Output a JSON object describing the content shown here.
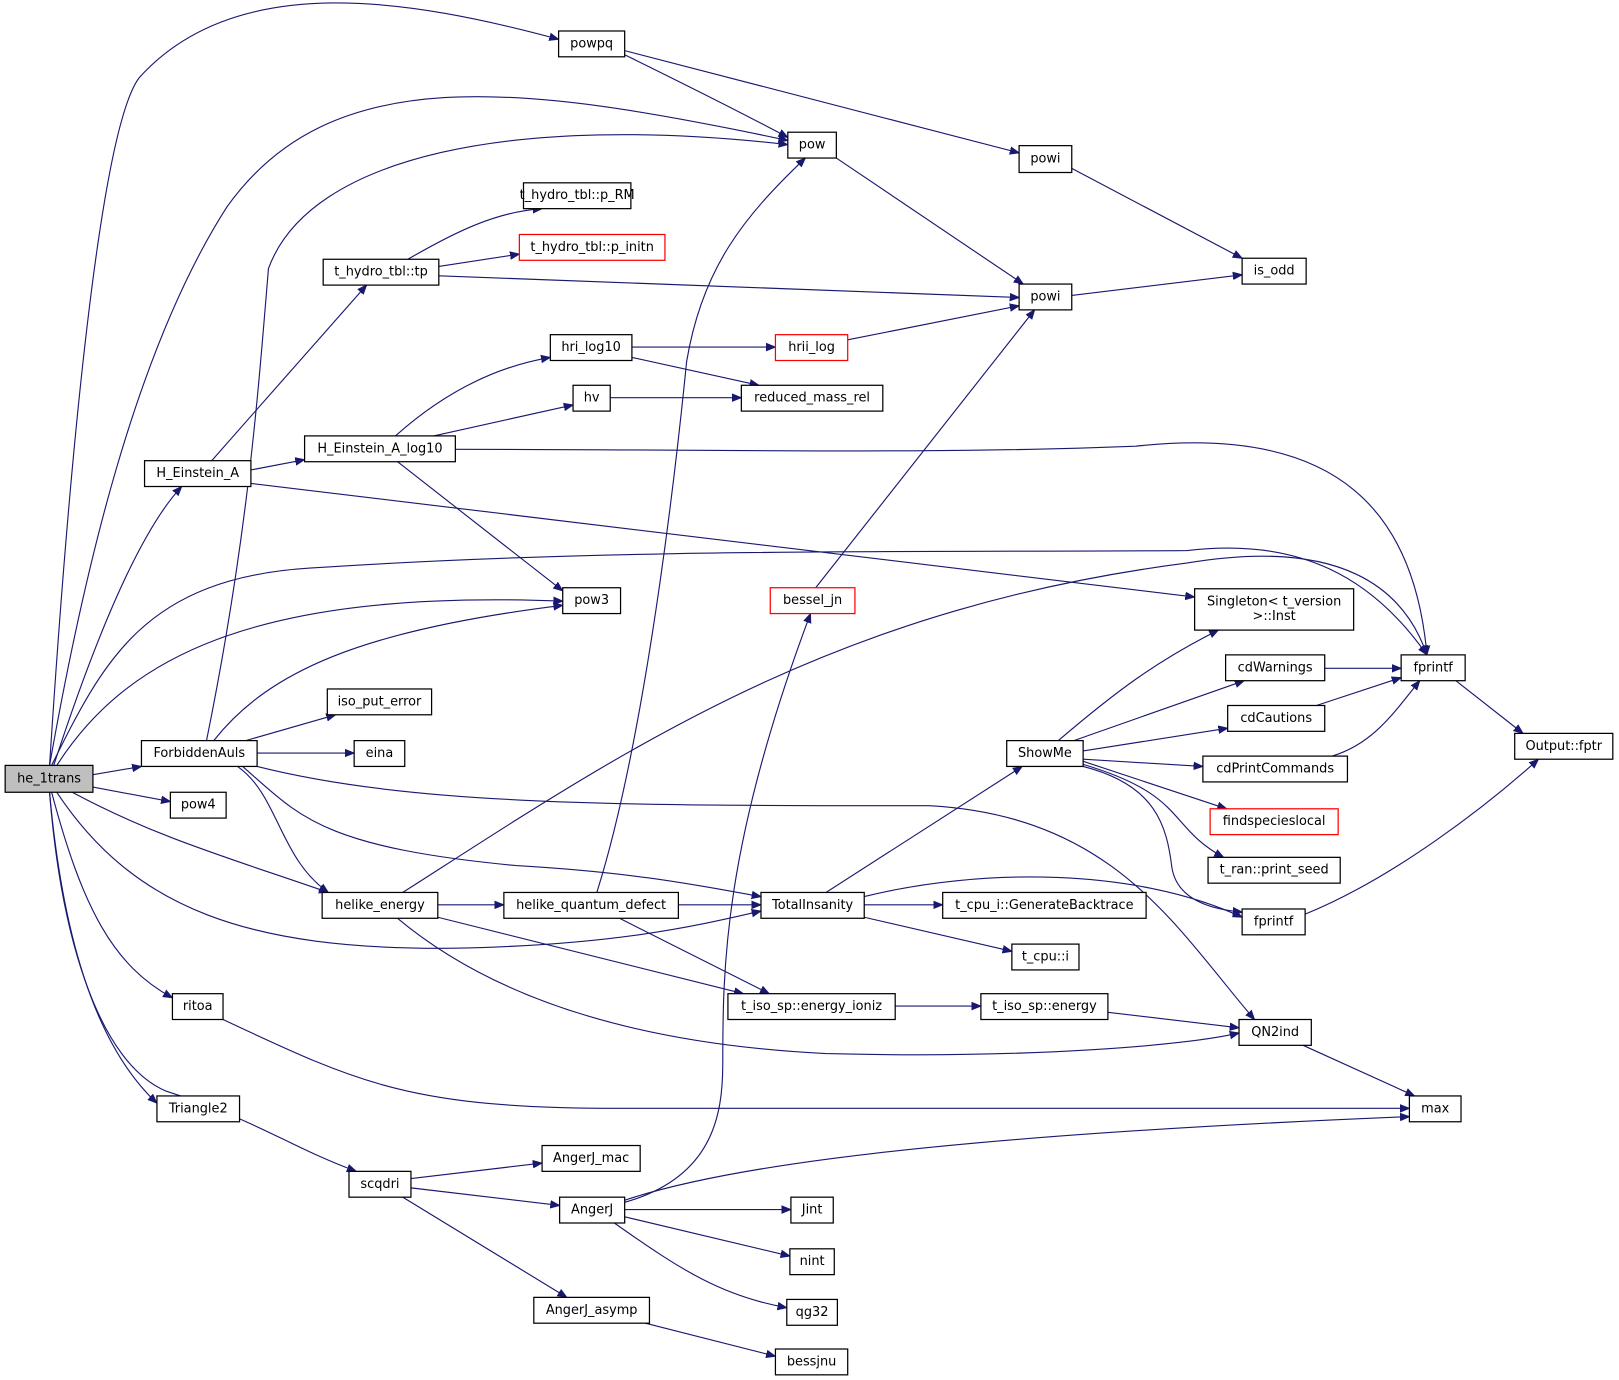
{
  "title": "he_1trans call graph",
  "colors": {
    "edge": "#191970",
    "root_fill": "#bfbfbf",
    "missing_border": "#ff0000",
    "node_border": "#000000"
  },
  "nodes": {
    "he_1trans": {
      "label": "he_1trans",
      "kind": "root"
    },
    "powpq": {
      "label": "powpq"
    },
    "pow": {
      "label": "pow"
    },
    "powi_a": {
      "label": "powi"
    },
    "powi_b": {
      "label": "powi"
    },
    "is_odd": {
      "label": "is_odd"
    },
    "p_RM": {
      "label": "t_hydro_tbl::p_RM"
    },
    "p_initn": {
      "label": "t_hydro_tbl::p_initn",
      "kind": "missing"
    },
    "tp": {
      "label": "t_hydro_tbl::tp"
    },
    "hri_log10": {
      "label": "hri_log10"
    },
    "hrii_log": {
      "label": "hrii_log",
      "kind": "missing"
    },
    "hv": {
      "label": "hv"
    },
    "reduced_mass_rel": {
      "label": "reduced_mass_rel"
    },
    "H_Einstein_A": {
      "label": "H_Einstein_A"
    },
    "H_Einstein_A_log10": {
      "label": "H_Einstein_A_log10"
    },
    "pow3": {
      "label": "pow3"
    },
    "bessel_jn": {
      "label": "bessel_jn",
      "kind": "missing"
    },
    "Singleton": {
      "label": "Singleton< t_version\n>::Inst"
    },
    "fprintf_a": {
      "label": "fprintf"
    },
    "cdWarnings": {
      "label": "cdWarnings"
    },
    "cdCautions": {
      "label": "cdCautions"
    },
    "cdPrintCommands": {
      "label": "cdPrintCommands"
    },
    "findspecieslocal": {
      "label": "findspecieslocal",
      "kind": "missing"
    },
    "print_seed": {
      "label": "t_ran::print_seed"
    },
    "fprintf_b": {
      "label": "fprintf"
    },
    "fptr": {
      "label": "Output::fptr"
    },
    "ShowMe": {
      "label": "ShowMe"
    },
    "iso_put_error": {
      "label": "iso_put_error"
    },
    "ForbiddenAuls": {
      "label": "ForbiddenAuls"
    },
    "eina": {
      "label": "eina"
    },
    "pow4": {
      "label": "pow4"
    },
    "helike_energy": {
      "label": "helike_energy"
    },
    "helike_quantum_defect": {
      "label": "helike_quantum_defect"
    },
    "TotalInsanity": {
      "label": "TotalInsanity"
    },
    "GenerateBacktrace": {
      "label": "t_cpu_i::GenerateBacktrace"
    },
    "t_cpu_i": {
      "label": "t_cpu::i"
    },
    "energy_ioniz": {
      "label": "t_iso_sp::energy_ioniz"
    },
    "energy": {
      "label": "t_iso_sp::energy"
    },
    "QN2ind": {
      "label": "QN2ind"
    },
    "ritoa": {
      "label": "ritoa"
    },
    "max": {
      "label": "max"
    },
    "Triangle2": {
      "label": "Triangle2"
    },
    "scqdri": {
      "label": "scqdri"
    },
    "AngerJ_mac": {
      "label": "AngerJ_mac"
    },
    "AngerJ": {
      "label": "AngerJ"
    },
    "Jint": {
      "label": "Jint"
    },
    "nint": {
      "label": "nint"
    },
    "qg32": {
      "label": "qg32"
    },
    "AngerJ_asymp": {
      "label": "AngerJ_asymp"
    },
    "bessjnu": {
      "label": "bessjnu"
    }
  },
  "edges": [
    [
      "he_1trans",
      "powpq"
    ],
    [
      "he_1trans",
      "pow"
    ],
    [
      "he_1trans",
      "H_Einstein_A"
    ],
    [
      "he_1trans",
      "pow3"
    ],
    [
      "he_1trans",
      "fprintf_a"
    ],
    [
      "he_1trans",
      "ForbiddenAuls"
    ],
    [
      "he_1trans",
      "pow4"
    ],
    [
      "he_1trans",
      "helike_energy"
    ],
    [
      "he_1trans",
      "TotalInsanity"
    ],
    [
      "he_1trans",
      "ritoa"
    ],
    [
      "he_1trans",
      "Triangle2"
    ],
    [
      "he_1trans",
      "scqdri"
    ],
    [
      "powpq",
      "pow"
    ],
    [
      "powpq",
      "powi_a"
    ],
    [
      "pow",
      "powi_b"
    ],
    [
      "powi_a",
      "is_odd"
    ],
    [
      "powi_b",
      "is_odd"
    ],
    [
      "tp",
      "p_RM"
    ],
    [
      "tp",
      "p_initn"
    ],
    [
      "tp",
      "powi_b"
    ],
    [
      "hrii_log",
      "powi_b"
    ],
    [
      "hri_log10",
      "hrii_log"
    ],
    [
      "hri_log10",
      "reduced_mass_rel"
    ],
    [
      "hv",
      "reduced_mass_rel"
    ],
    [
      "H_Einstein_A",
      "tp"
    ],
    [
      "H_Einstein_A",
      "H_Einstein_A_log10"
    ],
    [
      "H_Einstein_A",
      "Singleton"
    ],
    [
      "H_Einstein_A_log10",
      "hri_log10"
    ],
    [
      "H_Einstein_A_log10",
      "hv"
    ],
    [
      "H_Einstein_A_log10",
      "fprintf_a"
    ],
    [
      "H_Einstein_A_log10",
      "pow3"
    ],
    [
      "ForbiddenAuls",
      "pow"
    ],
    [
      "ForbiddenAuls",
      "pow3"
    ],
    [
      "ForbiddenAuls",
      "iso_put_error"
    ],
    [
      "ForbiddenAuls",
      "eina"
    ],
    [
      "ForbiddenAuls",
      "QN2ind"
    ],
    [
      "ForbiddenAuls",
      "helike_energy"
    ],
    [
      "ForbiddenAuls",
      "TotalInsanity"
    ],
    [
      "helike_energy",
      "fprintf_a"
    ],
    [
      "helike_energy",
      "helike_quantum_defect"
    ],
    [
      "helike_energy",
      "energy_ioniz"
    ],
    [
      "helike_energy",
      "QN2ind"
    ],
    [
      "helike_quantum_defect",
      "pow"
    ],
    [
      "helike_quantum_defect",
      "TotalInsanity"
    ],
    [
      "helike_quantum_defect",
      "energy_ioniz"
    ],
    [
      "TotalInsanity",
      "ShowMe"
    ],
    [
      "TotalInsanity",
      "fprintf_b"
    ],
    [
      "TotalInsanity",
      "GenerateBacktrace"
    ],
    [
      "TotalInsanity",
      "t_cpu_i"
    ],
    [
      "ShowMe",
      "Singleton"
    ],
    [
      "ShowMe",
      "cdWarnings"
    ],
    [
      "ShowMe",
      "cdCautions"
    ],
    [
      "ShowMe",
      "cdPrintCommands"
    ],
    [
      "ShowMe",
      "findspecieslocal"
    ],
    [
      "ShowMe",
      "print_seed"
    ],
    [
      "ShowMe",
      "fprintf_b"
    ],
    [
      "cdWarnings",
      "fprintf_a"
    ],
    [
      "cdCautions",
      "fprintf_a"
    ],
    [
      "cdPrintCommands",
      "fprintf_a"
    ],
    [
      "fprintf_a",
      "fptr"
    ],
    [
      "fprintf_b",
      "fptr"
    ],
    [
      "energy_ioniz",
      "energy"
    ],
    [
      "energy",
      "QN2ind"
    ],
    [
      "QN2ind",
      "max"
    ],
    [
      "ritoa",
      "max"
    ],
    [
      "bessel_jn",
      "powi_b"
    ],
    [
      "scqdri",
      "AngerJ_mac"
    ],
    [
      "scqdri",
      "AngerJ"
    ],
    [
      "scqdri",
      "AngerJ_asymp"
    ],
    [
      "AngerJ",
      "bessel_jn"
    ],
    [
      "AngerJ",
      "max"
    ],
    [
      "AngerJ",
      "Jint"
    ],
    [
      "AngerJ",
      "nint"
    ],
    [
      "AngerJ",
      "qg32"
    ],
    [
      "AngerJ_asymp",
      "bessjnu"
    ]
  ]
}
